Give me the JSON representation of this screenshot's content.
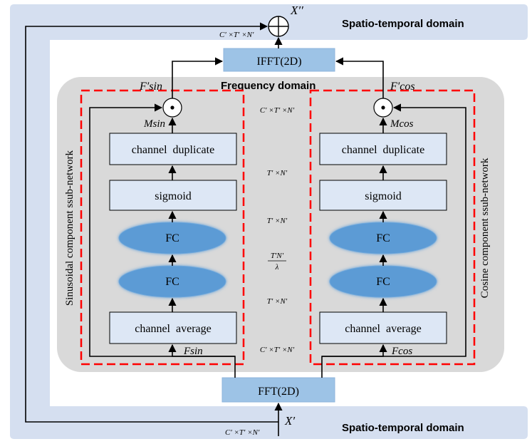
{
  "domains": {
    "spatio_top": "Spatio-temporal domain",
    "spatio_bottom": "Spatio-temporal domain",
    "frequency": "Frequency domain"
  },
  "blocks": {
    "ifft": "IFFT(2D)",
    "fft": "FFT(2D)",
    "left": {
      "duplicate": "channel  duplicate",
      "sigmoid": "sigmoid",
      "fc_top": "FC",
      "fc_bottom": "FC",
      "average": "channel  average"
    },
    "right": {
      "duplicate": "channel  duplicate",
      "sigmoid": "sigmoid",
      "fc_top": "FC",
      "fc_bottom": "FC",
      "average": "channel  average"
    }
  },
  "subnetworks": {
    "left": "Sinusoidal  component ssub-network",
    "right": "Cosine  component ssub-network"
  },
  "operators": {
    "multiply": "⊙",
    "add": "⊕"
  },
  "signals": {
    "x_out": "X′′",
    "x_in": "X′",
    "dims_out": "C′ ×T′ ×N′",
    "dims_in": "C′ ×T′ ×N′",
    "f_sin_out": "F′sin",
    "f_cos_out": "F′cos",
    "m_sin": "Msin",
    "m_cos": "Mcos",
    "f_sin": "Fsin",
    "f_cos": "Fcos"
  },
  "middle_dims": {
    "d1": "C′ ×T′ ×N′",
    "d2": "T′ ×N′",
    "d3": "T′ ×N′",
    "d4_num": "T′N′",
    "d4_den": "λ",
    "d5": "T′ ×N′",
    "d6": "C′ ×T′ ×N′"
  },
  "colors": {
    "domain_band": "#d5dff0",
    "frequency_bg": "#d9d9d9",
    "block_fill": "#dde7f5",
    "fft_fill": "#9dc3e6",
    "fc_fill": "#5b9bd5",
    "dashed_red": "#ff0000"
  }
}
